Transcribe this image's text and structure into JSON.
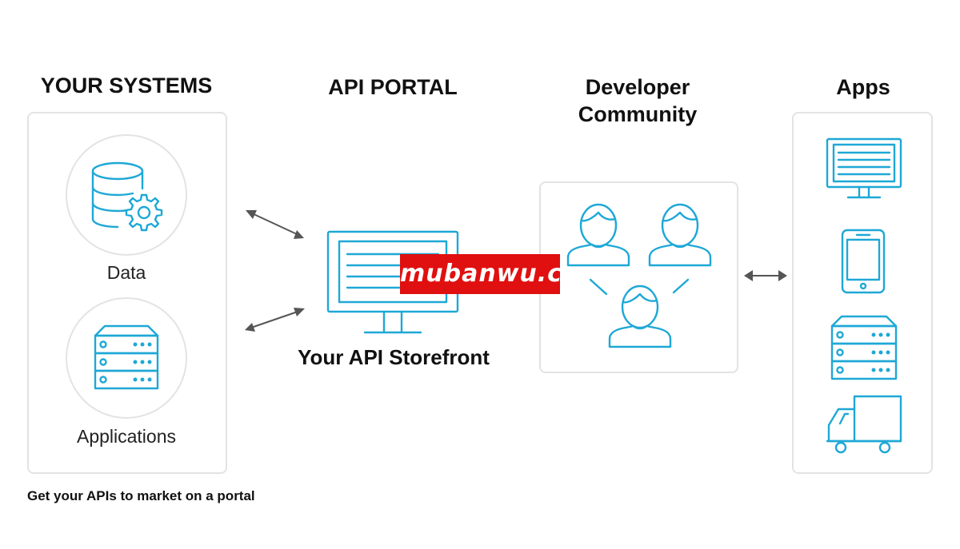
{
  "sections": {
    "your_systems": "YOUR SYSTEMS",
    "api_portal": "API PORTAL",
    "developer_community_line1": "Developer",
    "developer_community_line2": "Community",
    "apps": "Apps"
  },
  "systems": {
    "data_label": "Data",
    "applications_label": "Applications"
  },
  "portal": {
    "storefront_label": "Your API Storefront"
  },
  "watermark": "mubanwu.cc",
  "caption": "Get your APIs to market on a portal",
  "icons": {
    "data": "database-gear-icon",
    "applications": "server-icon",
    "storefront": "monitor-icon",
    "developers": "users-icon",
    "apps": [
      "monitor-icon",
      "smartphone-icon",
      "server-icon",
      "truck-icon"
    ]
  },
  "colors": {
    "icon_stroke": "#1ea8d6",
    "panel_border": "#e3e3e3",
    "arrow": "#555555",
    "watermark_bg": "#e01010"
  }
}
